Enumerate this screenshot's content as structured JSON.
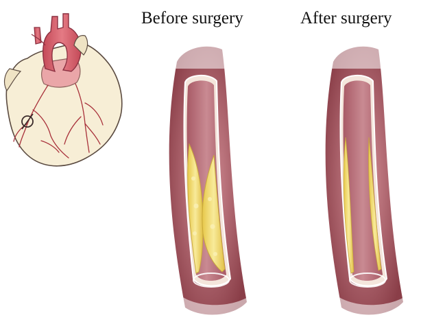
{
  "labels": {
    "before": "Before surgery",
    "after": "After surgery"
  },
  "colors": {
    "heart_fill": "#f7eed6",
    "heart_outline": "#5a4a40",
    "aorta": "#d9606c",
    "vessel_wall": "#9a4a52",
    "vessel_wall_light": "#c87a80",
    "lumen": "#b8707a",
    "plaque": "#f2dc70",
    "plaque_dark": "#c9a93a"
  },
  "icons": [
    "heart-illustration",
    "artery-before-surgery",
    "artery-after-surgery"
  ]
}
